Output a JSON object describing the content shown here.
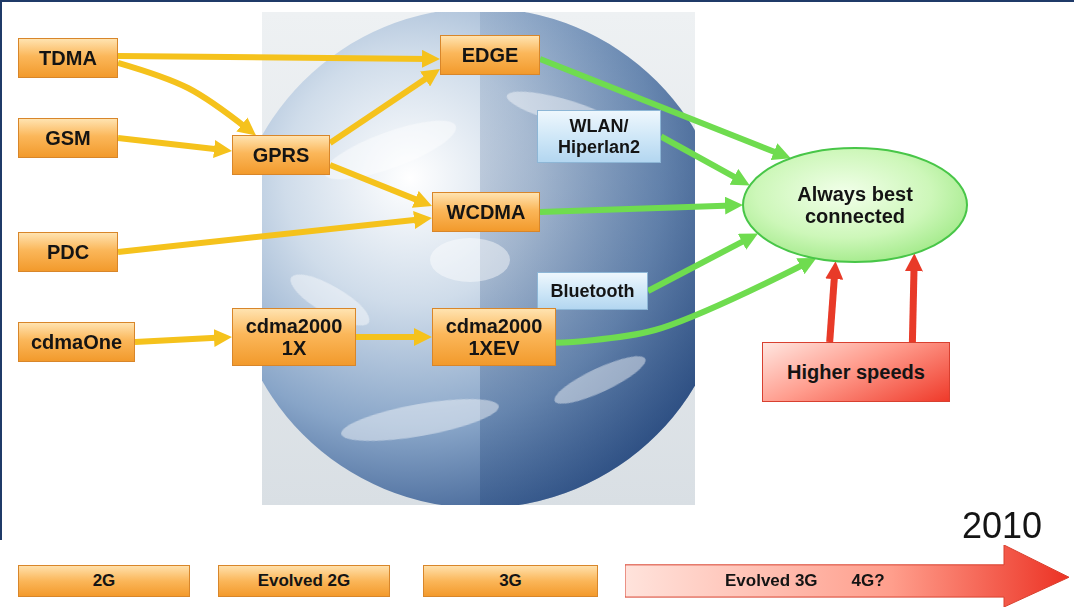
{
  "diagram": {
    "nodes": [
      {
        "text": [
          "TDMA"
        ]
      },
      {
        "text": [
          "GSM"
        ]
      },
      {
        "text": [
          "PDC"
        ]
      },
      {
        "text": [
          "cdmaOne"
        ]
      },
      {
        "text": [
          "GPRS"
        ]
      },
      {
        "text": [
          "cdma2000 1X"
        ]
      },
      {
        "text": [
          "EDGE"
        ]
      },
      {
        "text": [
          "WLAN/ Hiperlan2"
        ]
      },
      {
        "text": [
          "WCDMA"
        ]
      },
      {
        "text": [
          "Bluetooth"
        ]
      },
      {
        "text": [
          "cdma2000 1XEV"
        ]
      },
      {
        "text": [
          "Always best connected"
        ]
      },
      {
        "text": [
          "Higher speeds"
        ]
      },
      {
        "text": [
          "2G"
        ]
      },
      {
        "text": [
          "Evolved 2G"
        ]
      },
      {
        "text": [
          "3G"
        ]
      },
      {
        "text": [
          "Evolved 3G",
          "4G?"
        ]
      }
    ],
    "edges": [
      {
        "from": 0,
        "to": 6,
        "arrow": "to"
      },
      {
        "from": 0,
        "to": 4,
        "arrow": "to"
      },
      {
        "from": 1,
        "to": 4,
        "arrow": "to"
      },
      {
        "from": 4,
        "to": 6,
        "arrow": "to"
      },
      {
        "from": 4,
        "to": 8,
        "arrow": "to"
      },
      {
        "from": 2,
        "to": 8,
        "arrow": "to"
      },
      {
        "from": 3,
        "to": 5,
        "arrow": "to"
      },
      {
        "from": 5,
        "to": 10,
        "arrow": "to"
      },
      {
        "from": 6,
        "to": 11,
        "arrow": "to"
      },
      {
        "from": 7,
        "to": 11,
        "arrow": "to"
      },
      {
        "from": 8,
        "to": 11,
        "arrow": "to"
      },
      {
        "from": 9,
        "to": 11,
        "arrow": "to"
      },
      {
        "from": 10,
        "to": 11,
        "arrow": "to"
      },
      {
        "from": 12,
        "to": 11,
        "arrow": "to"
      },
      {
        "from": 12,
        "to": 11,
        "arrow": "to"
      }
    ],
    "labels": [
      "2010"
    ]
  }
}
